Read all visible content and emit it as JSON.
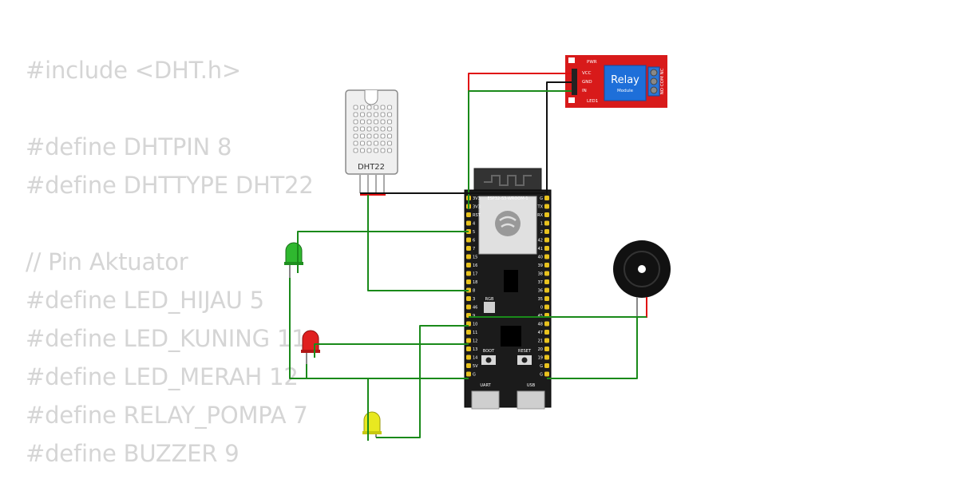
{
  "code_lines": [
    "#include <DHT.h>",
    "",
    "#define DHTPIN 8",
    "#define DHTTYPE DHT22",
    "",
    "// Pin Aktuator",
    "#define LED_HIJAU 5",
    "#define LED_KUNING 11",
    "#define LED_MERAH 12",
    "#define RELAY_POMPA 7",
    "#define BUZZER 9"
  ],
  "dht": {
    "label": "DHT22"
  },
  "relay": {
    "title": "Relay",
    "subtitle": "Module",
    "pins": [
      "PWR",
      "VCC",
      "GND",
      "IN",
      "LED1"
    ],
    "terminals": "NO COM NC"
  },
  "board": {
    "model": "ESP32-S3-WROOM-1",
    "rgb": "RGB",
    "boot": "BOOT",
    "reset": "RESET",
    "uart": "UART",
    "usb": "USB",
    "left_pins": [
      "3V3",
      "3V3",
      "RST",
      "4",
      "5",
      "6",
      "7",
      "15",
      "16",
      "17",
      "18",
      "8",
      "3",
      "46",
      "9",
      "10",
      "11",
      "12",
      "13",
      "14",
      "5V",
      "G"
    ],
    "right_pins": [
      "G",
      "TX",
      "RX",
      "1",
      "2",
      "42",
      "41",
      "40",
      "39",
      "38",
      "37",
      "36",
      "35",
      "0",
      "45",
      "48",
      "47",
      "21",
      "20",
      "19",
      "G",
      "G"
    ]
  },
  "colors": {
    "wire_green": "#1a8a1a",
    "wire_red": "#e01010",
    "wire_black": "#111111",
    "relay_board": "#d81a1a",
    "relay_body": "#1e6fd9",
    "board_body": "#1b1b1b",
    "code_text": "#d5d5d5"
  }
}
